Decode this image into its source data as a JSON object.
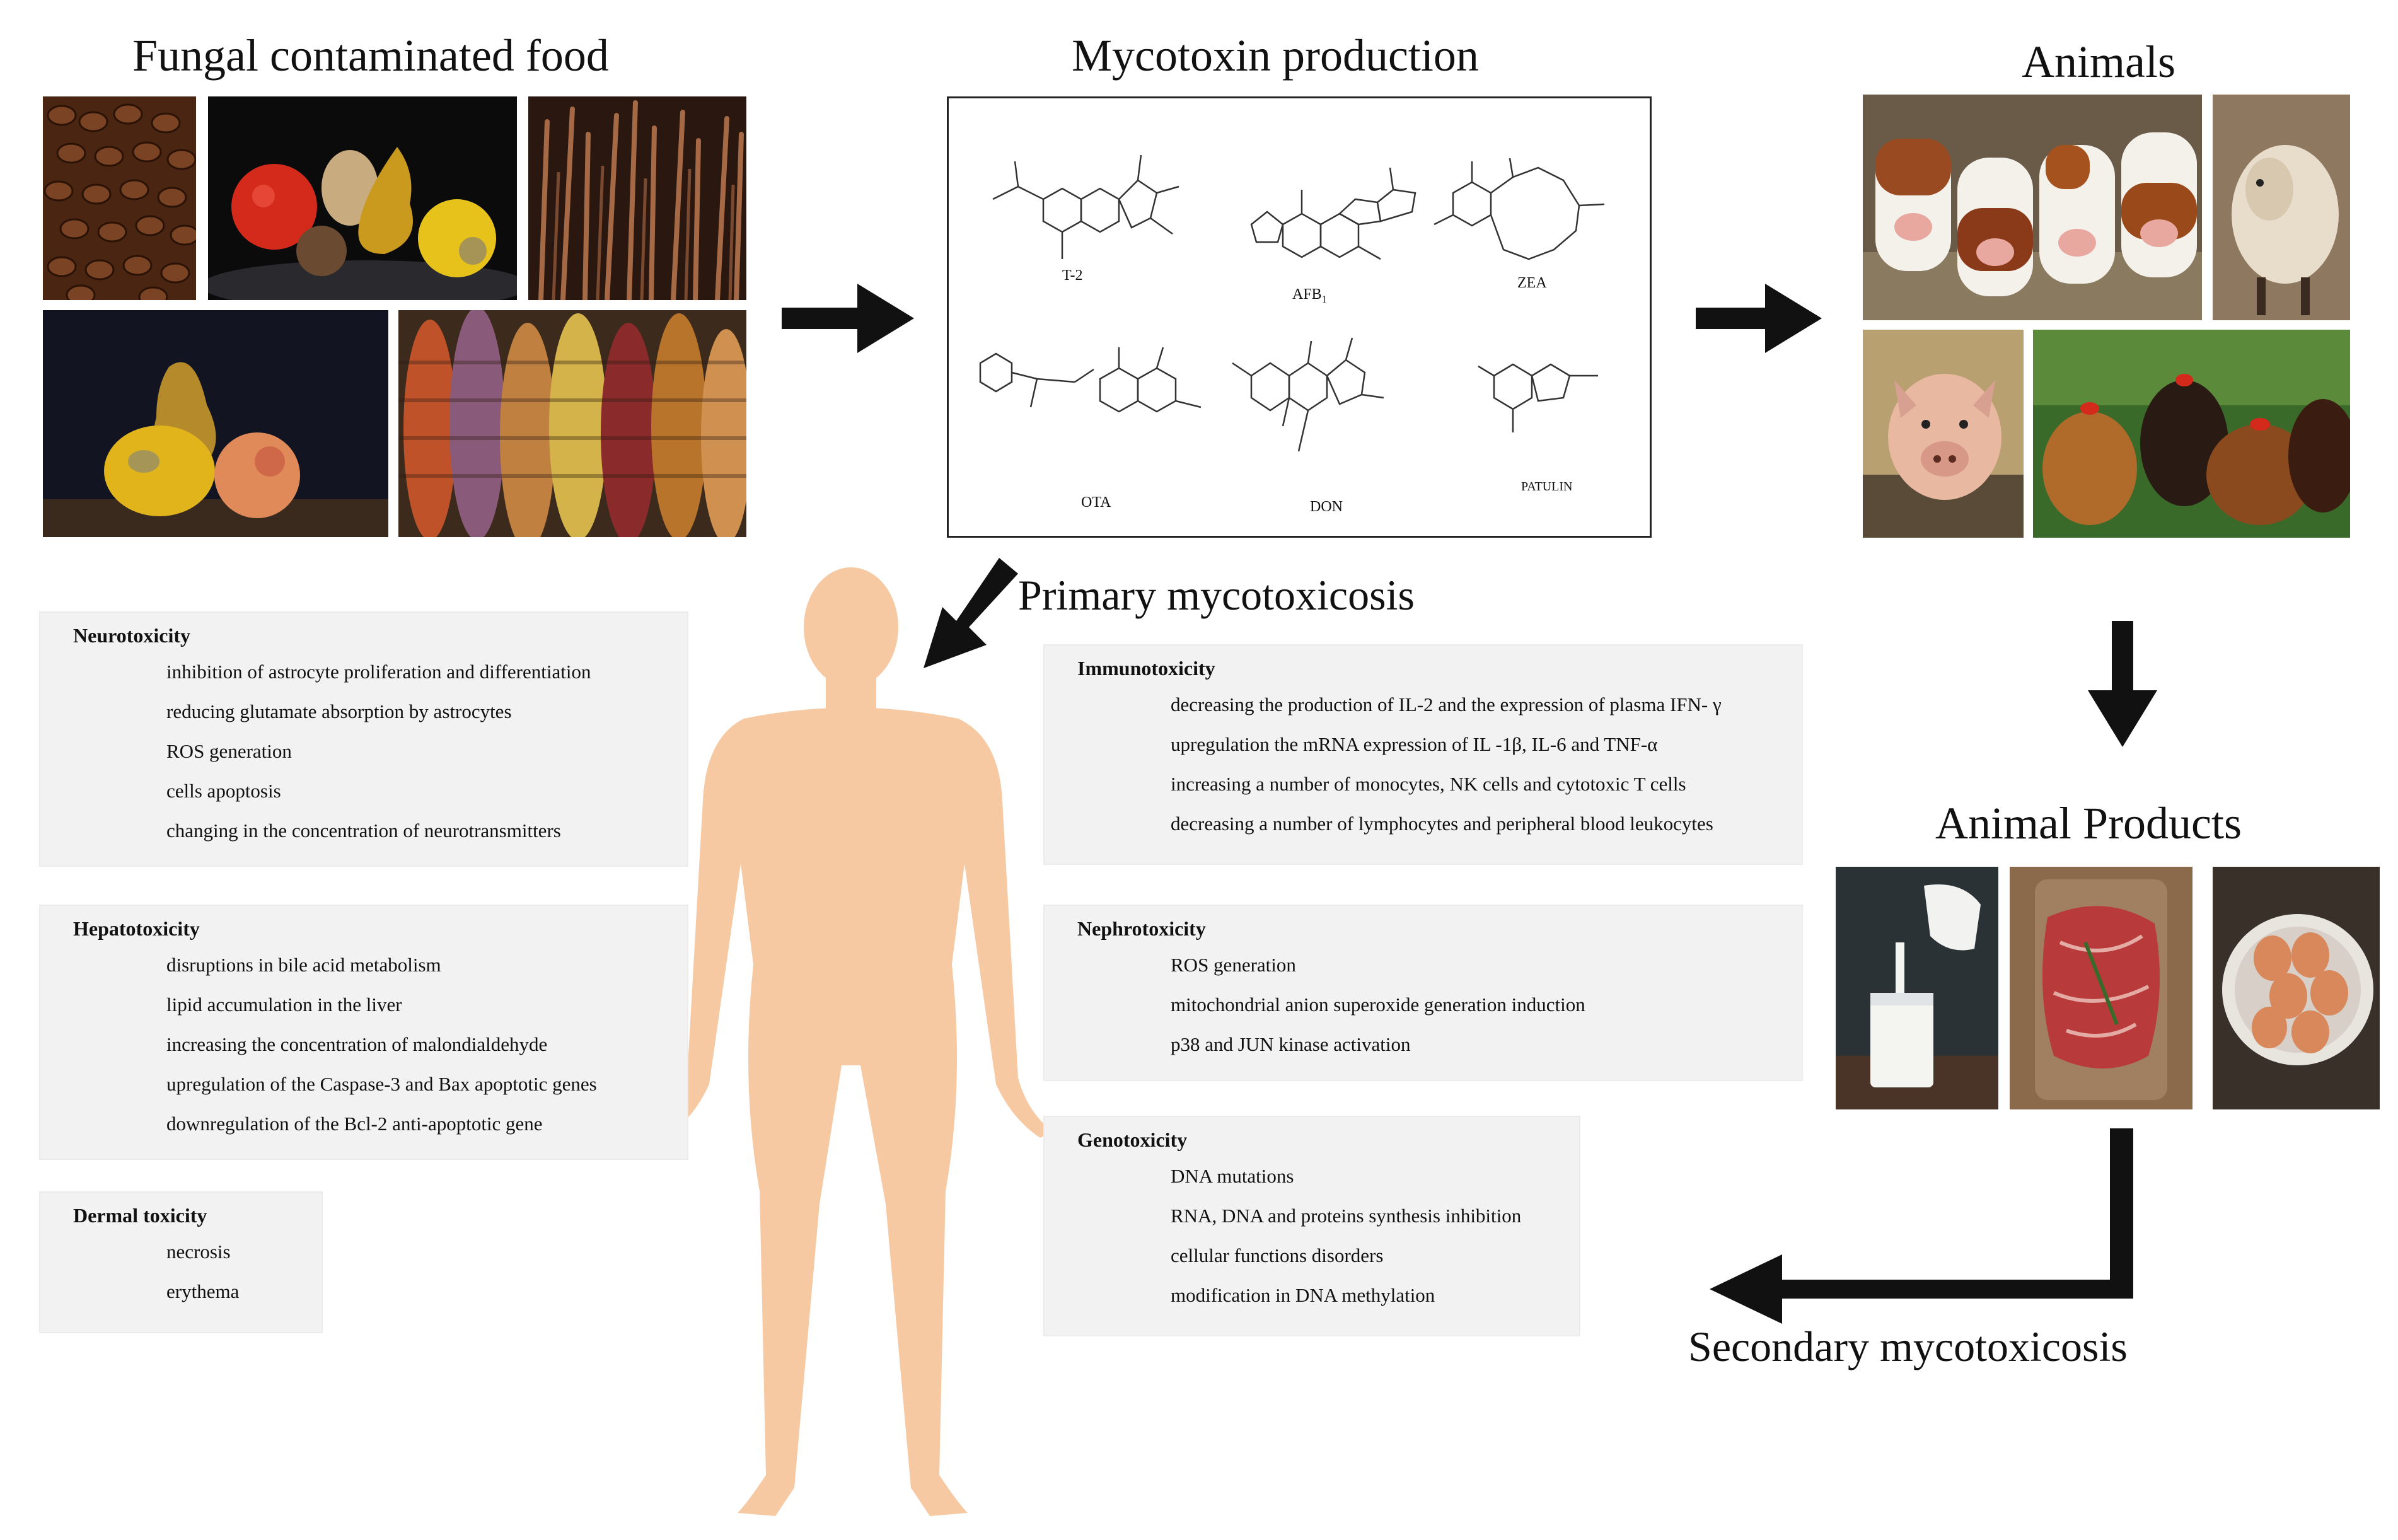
{
  "titles": {
    "food": "Fungal contaminated food",
    "production": "Mycotoxin production",
    "animals": "Animals",
    "animal_products": "Animal Products",
    "primary": "Primary mycotoxicosis",
    "secondary": "Secondary mycotoxicosis"
  },
  "mycotoxins": [
    "T-2",
    "AFB",
    "ZEA",
    "OTA",
    "DON",
    "PATULIN"
  ],
  "afb_subscript": "1",
  "toxicity": {
    "neuro": {
      "title": "Neurotoxicity",
      "items": [
        "inhibition of astrocyte proliferation and differentiation",
        "reducing glutamate absorption by astrocytes",
        "ROS generation",
        "cells apoptosis",
        "changing in the concentration of neurotransmitters"
      ]
    },
    "hepato": {
      "title": "Hepatotoxicity",
      "items": [
        "disruptions in bile acid metabolism",
        "lipid accumulation in the liver",
        "increasing the concentration of malondialdehyde",
        "upregulation of the Caspase-3 and Bax apoptotic genes",
        "downregulation of the Bcl-2 anti-apoptotic gene"
      ]
    },
    "dermal": {
      "title": "Dermal toxicity",
      "items": [
        "necrosis",
        "erythema"
      ]
    },
    "immuno": {
      "title": "Immunotoxicity",
      "items": [
        "decreasing the production of IL-2 and the expression of plasma IFN- γ",
        "upregulation the mRNA expression of IL -1β, IL-6 and TNF-α",
        "increasing a number of monocytes, NK cells and cytotoxic T cells",
        "decreasing a number of lymphocytes and peripheral blood leukocytes"
      ]
    },
    "nephro": {
      "title": "Nephrotoxicity",
      "items": [
        "ROS generation",
        "mitochondrial anion superoxide generation  induction",
        "p38 and JUN kinase activation"
      ]
    },
    "geno": {
      "title": "Genotoxicity",
      "items": [
        "DNA mutations",
        "RNA, DNA and proteins synthesis inhibition",
        "cellular functions disorders",
        "modification in DNA methylation"
      ]
    }
  },
  "colors": {
    "arrow": "#111111",
    "box_bg": "#f2f2f2",
    "human_silhouette": "#f7c9a2"
  }
}
